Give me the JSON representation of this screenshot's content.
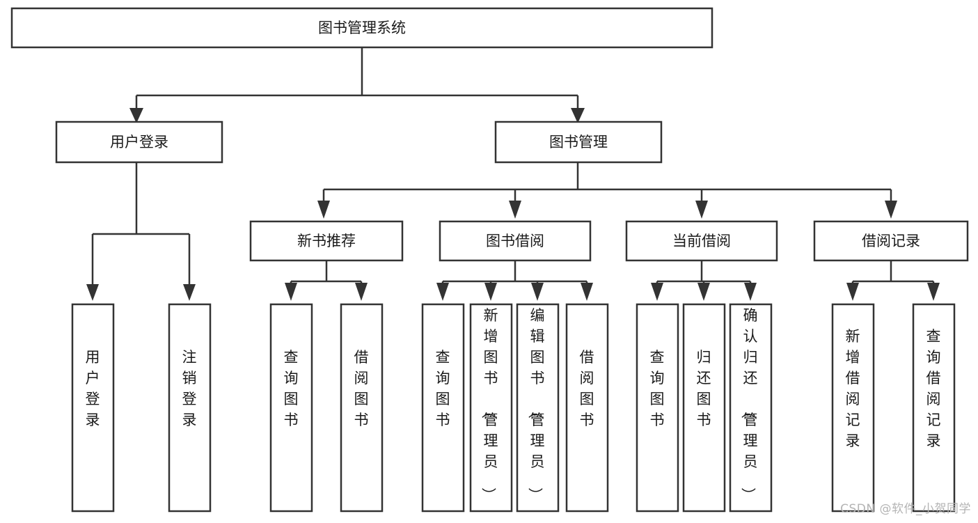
{
  "diagram": {
    "type": "tree",
    "title": "图书管理系统",
    "root": {
      "id": "root",
      "label": "图书管理系统",
      "orientation": "horizontal"
    },
    "level2": [
      {
        "id": "user-login",
        "label": "用户登录",
        "orientation": "horizontal"
      },
      {
        "id": "book-manage",
        "label": "图书管理",
        "orientation": "horizontal"
      }
    ],
    "level3": [
      {
        "id": "new-book-recommend",
        "label": "新书推荐",
        "orientation": "horizontal",
        "parent": "book-manage"
      },
      {
        "id": "book-borrow",
        "label": "图书借阅",
        "orientation": "horizontal",
        "parent": "book-manage"
      },
      {
        "id": "current-borrow",
        "label": "当前借阅",
        "orientation": "horizontal",
        "parent": "book-manage"
      },
      {
        "id": "borrow-record",
        "label": "借阅记录",
        "orientation": "horizontal",
        "parent": "book-manage"
      }
    ],
    "leaves": [
      {
        "id": "leaf-user-login",
        "label": "用户登录",
        "orientation": "vertical",
        "parent": "user-login"
      },
      {
        "id": "leaf-user-logout",
        "label": "注销登录",
        "orientation": "vertical",
        "parent": "user-login"
      },
      {
        "id": "leaf-query-book-1",
        "label": "查询图书",
        "orientation": "vertical",
        "parent": "new-book-recommend"
      },
      {
        "id": "leaf-borrow-book-1",
        "label": "借阅图书",
        "orientation": "vertical",
        "parent": "new-book-recommend"
      },
      {
        "id": "leaf-query-book-2",
        "label": "查询图书",
        "orientation": "vertical",
        "parent": "book-borrow"
      },
      {
        "id": "leaf-add-book",
        "label": "新增图书（管理员）",
        "orientation": "vertical",
        "parent": "book-borrow"
      },
      {
        "id": "leaf-edit-book",
        "label": "编辑图书（管理员）",
        "orientation": "vertical",
        "parent": "book-borrow"
      },
      {
        "id": "leaf-borrow-book-2",
        "label": "借阅图书",
        "orientation": "vertical",
        "parent": "book-borrow"
      },
      {
        "id": "leaf-query-book-3",
        "label": "查询图书",
        "orientation": "vertical",
        "parent": "current-borrow"
      },
      {
        "id": "leaf-return-book",
        "label": "归还图书",
        "orientation": "vertical",
        "parent": "current-borrow"
      },
      {
        "id": "leaf-confirm-return",
        "label": "确认归还（管理员）",
        "orientation": "vertical",
        "parent": "current-borrow"
      },
      {
        "id": "leaf-add-record",
        "label": "新增借阅记录",
        "orientation": "vertical",
        "parent": "borrow-record"
      },
      {
        "id": "leaf-query-record",
        "label": "查询借阅记录",
        "orientation": "vertical",
        "parent": "borrow-record"
      }
    ],
    "colors": {
      "line": "#333333",
      "box_fill": "#ffffff",
      "text": "#1a1a1a",
      "background": "#ffffff",
      "watermark": "#b4b4b4"
    }
  },
  "watermark": {
    "text": "CSDN @软件_小贺同学"
  }
}
